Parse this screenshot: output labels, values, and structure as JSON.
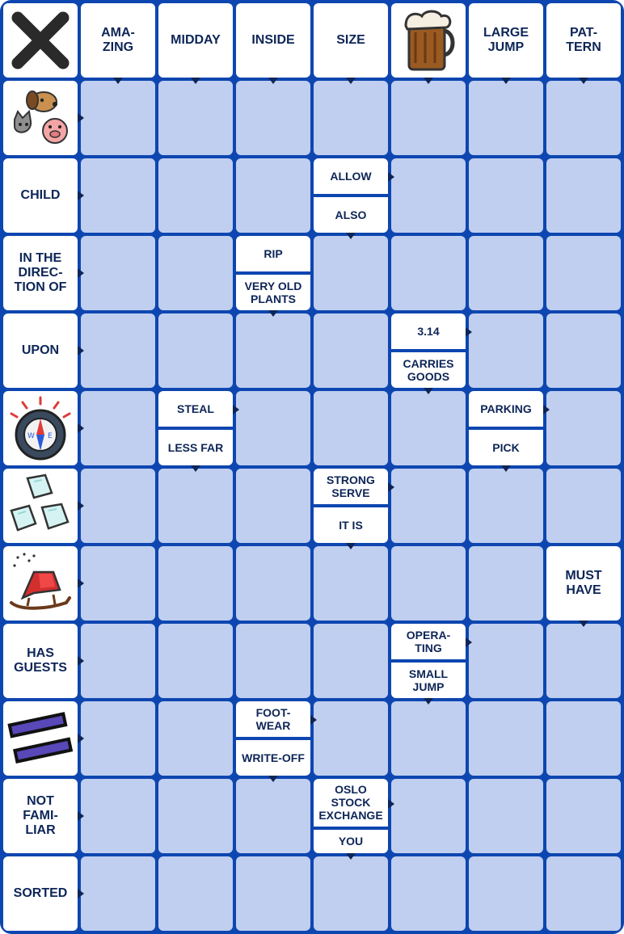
{
  "grid": {
    "columns": 8,
    "rows": 12
  },
  "colors": {
    "grid_line": "#0d46b0",
    "empty_cell": "#c0cff0",
    "clue_cell": "#ffffff",
    "clue_text": "#0d2557"
  },
  "cells": [
    {
      "r": 0,
      "c": 0,
      "kind": "pic",
      "icon": "x-mark-icon"
    },
    {
      "r": 0,
      "c": 1,
      "kind": "clue",
      "big": true,
      "clues": [
        {
          "text": "AMA-\nZING",
          "arrow": "down"
        }
      ]
    },
    {
      "r": 0,
      "c": 2,
      "kind": "clue",
      "big": true,
      "clues": [
        {
          "text": "MIDDAY",
          "arrow": "down"
        }
      ]
    },
    {
      "r": 0,
      "c": 3,
      "kind": "clue",
      "big": true,
      "clues": [
        {
          "text": "INSIDE",
          "arrow": "down"
        }
      ]
    },
    {
      "r": 0,
      "c": 4,
      "kind": "clue",
      "big": true,
      "clues": [
        {
          "text": "SIZE",
          "arrow": "down"
        }
      ]
    },
    {
      "r": 0,
      "c": 5,
      "kind": "pic",
      "icon": "beer-mug-icon",
      "arrow": "down"
    },
    {
      "r": 0,
      "c": 6,
      "kind": "clue",
      "big": true,
      "clues": [
        {
          "text": "LARGE\nJUMP",
          "arrow": "down"
        }
      ]
    },
    {
      "r": 0,
      "c": 7,
      "kind": "clue",
      "big": true,
      "clues": [
        {
          "text": "PAT-\nTERN",
          "arrow": "down"
        }
      ]
    },
    {
      "r": 1,
      "c": 0,
      "kind": "pic",
      "icon": "pets-icon",
      "arrow": "right"
    },
    {
      "r": 2,
      "c": 0,
      "kind": "clue",
      "big": true,
      "clues": [
        {
          "text": "CHILD",
          "arrow": "right"
        }
      ]
    },
    {
      "r": 2,
      "c": 4,
      "kind": "clue",
      "clues": [
        {
          "text": "ALLOW",
          "arrow": "right"
        },
        {
          "text": "ALSO",
          "arrow": "down"
        }
      ]
    },
    {
      "r": 3,
      "c": 0,
      "kind": "clue",
      "big": true,
      "clues": [
        {
          "text": "IN THE\nDIREC-\nTION OF",
          "arrow": "right"
        }
      ]
    },
    {
      "r": 3,
      "c": 3,
      "kind": "clue",
      "clues": [
        {
          "text": "RIP",
          "arrow": "none"
        },
        {
          "text": "VERY OLD\nPLANTS",
          "arrow": "down"
        }
      ]
    },
    {
      "r": 4,
      "c": 0,
      "kind": "clue",
      "big": true,
      "clues": [
        {
          "text": "UPON",
          "arrow": "right"
        }
      ]
    },
    {
      "r": 4,
      "c": 5,
      "kind": "clue",
      "clues": [
        {
          "text": "3.14",
          "arrow": "right"
        },
        {
          "text": "CARRIES\nGOODS",
          "arrow": "down"
        }
      ]
    },
    {
      "r": 5,
      "c": 0,
      "kind": "pic",
      "icon": "compass-icon",
      "arrow": "right"
    },
    {
      "r": 5,
      "c": 2,
      "kind": "clue",
      "clues": [
        {
          "text": "STEAL",
          "arrow": "right"
        },
        {
          "text": "LESS FAR",
          "arrow": "down"
        }
      ]
    },
    {
      "r": 5,
      "c": 6,
      "kind": "clue",
      "clues": [
        {
          "text": "PARKING",
          "arrow": "right"
        },
        {
          "text": "PICK",
          "arrow": "down"
        }
      ]
    },
    {
      "r": 6,
      "c": 0,
      "kind": "pic",
      "icon": "ice-cubes-icon",
      "arrow": "right"
    },
    {
      "r": 6,
      "c": 4,
      "kind": "clue",
      "clues": [
        {
          "text": "STRONG\nSERVE",
          "arrow": "right"
        },
        {
          "text": "IT IS",
          "arrow": "down"
        }
      ]
    },
    {
      "r": 7,
      "c": 0,
      "kind": "pic",
      "icon": "sleigh-icon",
      "arrow": "right"
    },
    {
      "r": 7,
      "c": 7,
      "kind": "clue",
      "big": true,
      "clues": [
        {
          "text": "MUST\nHAVE",
          "arrow": "down"
        }
      ]
    },
    {
      "r": 8,
      "c": 0,
      "kind": "clue",
      "big": true,
      "clues": [
        {
          "text": "HAS\nGUESTS",
          "arrow": "right"
        }
      ]
    },
    {
      "r": 8,
      "c": 5,
      "kind": "clue",
      "clues": [
        {
          "text": "OPERA-\nTING",
          "arrow": "right"
        },
        {
          "text": "SMALL\nJUMP",
          "arrow": "down"
        }
      ]
    },
    {
      "r": 9,
      "c": 0,
      "kind": "pic",
      "icon": "equals-sign-icon",
      "arrow": "right"
    },
    {
      "r": 9,
      "c": 3,
      "kind": "clue",
      "clues": [
        {
          "text": "FOOT-\nWEAR",
          "arrow": "right"
        },
        {
          "text": "WRITE-OFF",
          "arrow": "down"
        }
      ]
    },
    {
      "r": 10,
      "c": 0,
      "kind": "clue",
      "big": true,
      "clues": [
        {
          "text": "NOT\nFAMI-\nLIAR",
          "arrow": "right"
        }
      ]
    },
    {
      "r": 10,
      "c": 4,
      "kind": "clue",
      "clues": [
        {
          "text": "OSLO\nSTOCK\nEXCHANGE",
          "arrow": "right",
          "weight": 2
        },
        {
          "text": "YOU",
          "arrow": "down",
          "weight": 1
        }
      ]
    },
    {
      "r": 11,
      "c": 0,
      "kind": "clue",
      "big": true,
      "clues": [
        {
          "text": "SORTED",
          "arrow": "right"
        }
      ]
    }
  ]
}
